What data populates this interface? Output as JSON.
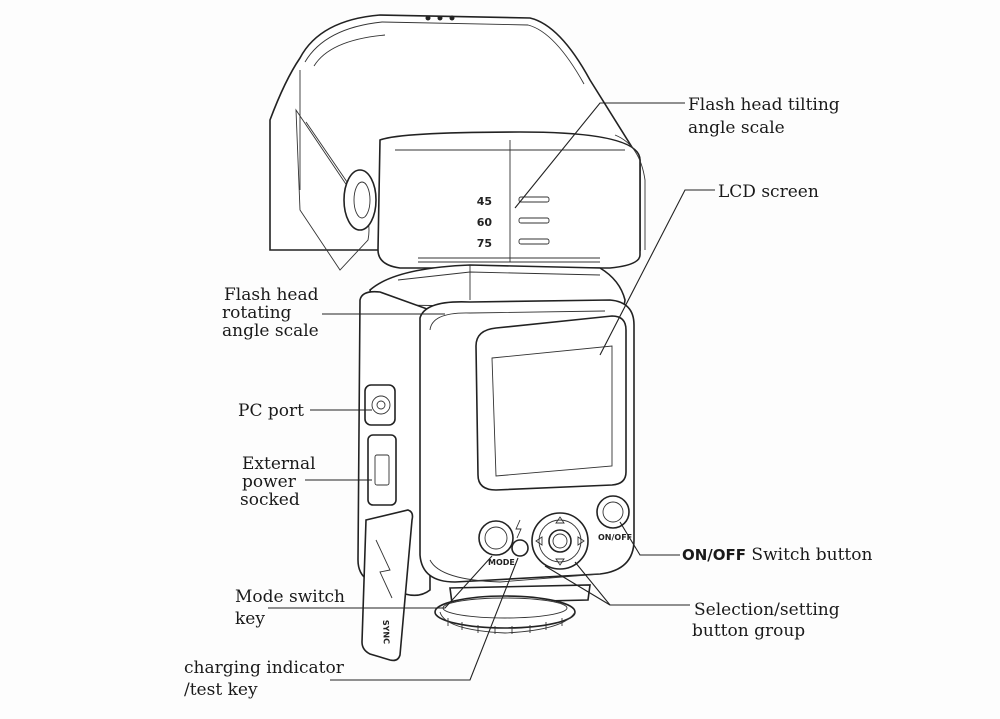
{
  "labels": {
    "tilt_scale_1": "Flash head tilting",
    "tilt_scale_2": "angle scale",
    "lcd": "LCD screen",
    "rotate_1": "Flash head",
    "rotate_2": "rotating",
    "rotate_3": "angle scale",
    "pc_port": "PC port",
    "ext_1": "External",
    "ext_2": "power",
    "ext_3": "socked",
    "onoff_bold": "ON/OFF",
    "onoff_rest": " Switch button",
    "mode_1": "Mode switch",
    "mode_2": "key",
    "select_1": "Selection/setting",
    "select_2": "button group",
    "charge_1": "charging indicator",
    "charge_2": "/test key"
  },
  "device": {
    "scale_45": "45",
    "scale_60": "60",
    "scale_75": "75",
    "mode_text": "MODE",
    "onoff_text": "ON/OFF",
    "sync_text": "SYNC",
    "flash_icon": "lightning-bolt"
  }
}
